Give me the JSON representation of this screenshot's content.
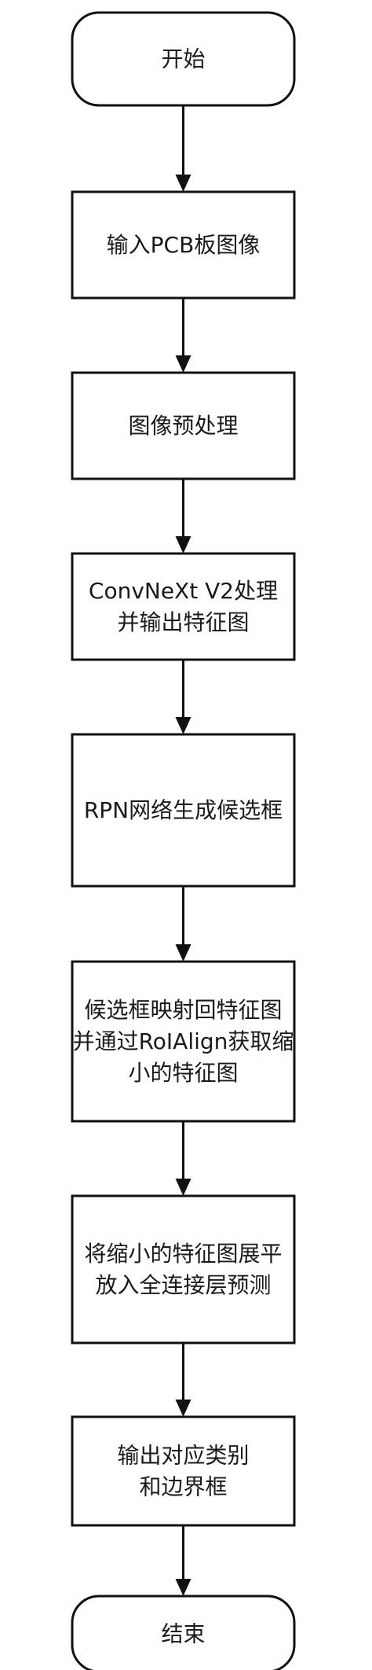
{
  "flowchart": {
    "nodes": [
      {
        "id": "start",
        "shape": "terminal",
        "lines": [
          "开始"
        ]
      },
      {
        "id": "input",
        "shape": "process",
        "lines": [
          "输入PCB板图像"
        ]
      },
      {
        "id": "preprocess",
        "shape": "process",
        "lines": [
          "图像预处理"
        ]
      },
      {
        "id": "convnext",
        "shape": "process",
        "lines": [
          "ConvNeXt V2处理",
          "并输出特征图"
        ]
      },
      {
        "id": "rpn",
        "shape": "process",
        "lines": [
          "RPN网络生成候选框"
        ]
      },
      {
        "id": "roialign",
        "shape": "process",
        "lines": [
          "候选框映射回特征图",
          "并通过RoIAlign获取缩",
          "小的特征图"
        ]
      },
      {
        "id": "fc",
        "shape": "process",
        "lines": [
          "将缩小的特征图展平",
          "放入全连接层预测"
        ]
      },
      {
        "id": "output",
        "shape": "process",
        "lines": [
          "输出对应类别",
          "和边界框"
        ]
      },
      {
        "id": "end",
        "shape": "terminal",
        "lines": [
          "结束"
        ]
      }
    ],
    "edges": [
      {
        "from": "start",
        "to": "input"
      },
      {
        "from": "input",
        "to": "preprocess"
      },
      {
        "from": "preprocess",
        "to": "convnext"
      },
      {
        "from": "convnext",
        "to": "rpn"
      },
      {
        "from": "rpn",
        "to": "roialign"
      },
      {
        "from": "roialign",
        "to": "fc"
      },
      {
        "from": "fc",
        "to": "output"
      },
      {
        "from": "output",
        "to": "end"
      }
    ]
  }
}
